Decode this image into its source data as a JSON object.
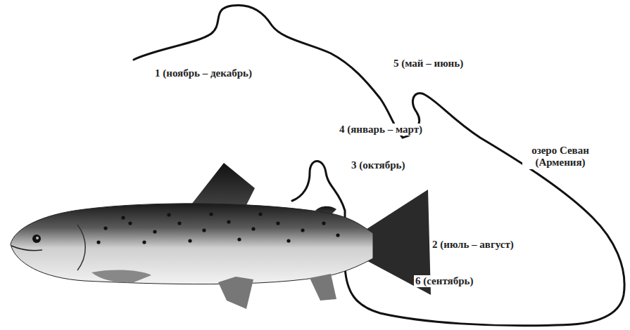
{
  "diagram": {
    "labels": [
      "1 (ноябрь – декабрь)",
      "5 (май – июнь)",
      "4 (январь – март)",
      "озеро Севан (Армения)",
      "3 (октябрь)",
      "2 (июль – август)",
      "6 (сентябрь)"
    ]
  }
}
